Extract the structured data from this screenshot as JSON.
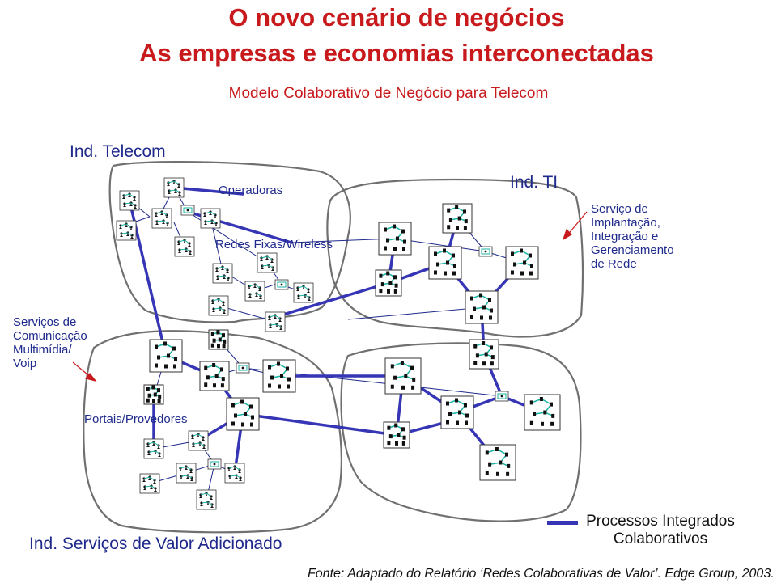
{
  "title": "O novo cenário de negócios",
  "subtitle": "As empresas e economias interconectadas",
  "model_title": "Modelo Colaborativo de Negócio para Telecom",
  "labels": {
    "ind_telecom": "Ind. Telecom",
    "operadoras": "Operadoras",
    "redes": "Redes Fixas/Wireless",
    "ind_ti": "Ind. TI",
    "servico_impl": [
      "Serviço de",
      "Implantação,",
      "Integração e",
      "Gerenciamento",
      "de Rede"
    ],
    "servicos_com": [
      "Serviços de",
      "Comunicação",
      "Multimídia/",
      "Voip"
    ],
    "portais": "Portais/Provedores",
    "ind_servicos": "Ind. Serviços de Valor Adicionado"
  },
  "legend": {
    "line1": "Processos Integrados",
    "line2": "Colaborativos",
    "color": "#3535b5"
  },
  "source": "Fonte: Adaptado do Relatório ‘Redes Colaborativas de Valor’. Edge Group, 2003.",
  "colors": {
    "title": "#c8191c",
    "process_line": "#3535b5",
    "thin_line": "#1f2a8c",
    "node_teal": "#1ab3a3",
    "cluster_outline": "#707070"
  },
  "icons": {
    "people_node": "people-network-icon",
    "org_node": "org-network-icon",
    "device_node": "device-icon"
  }
}
